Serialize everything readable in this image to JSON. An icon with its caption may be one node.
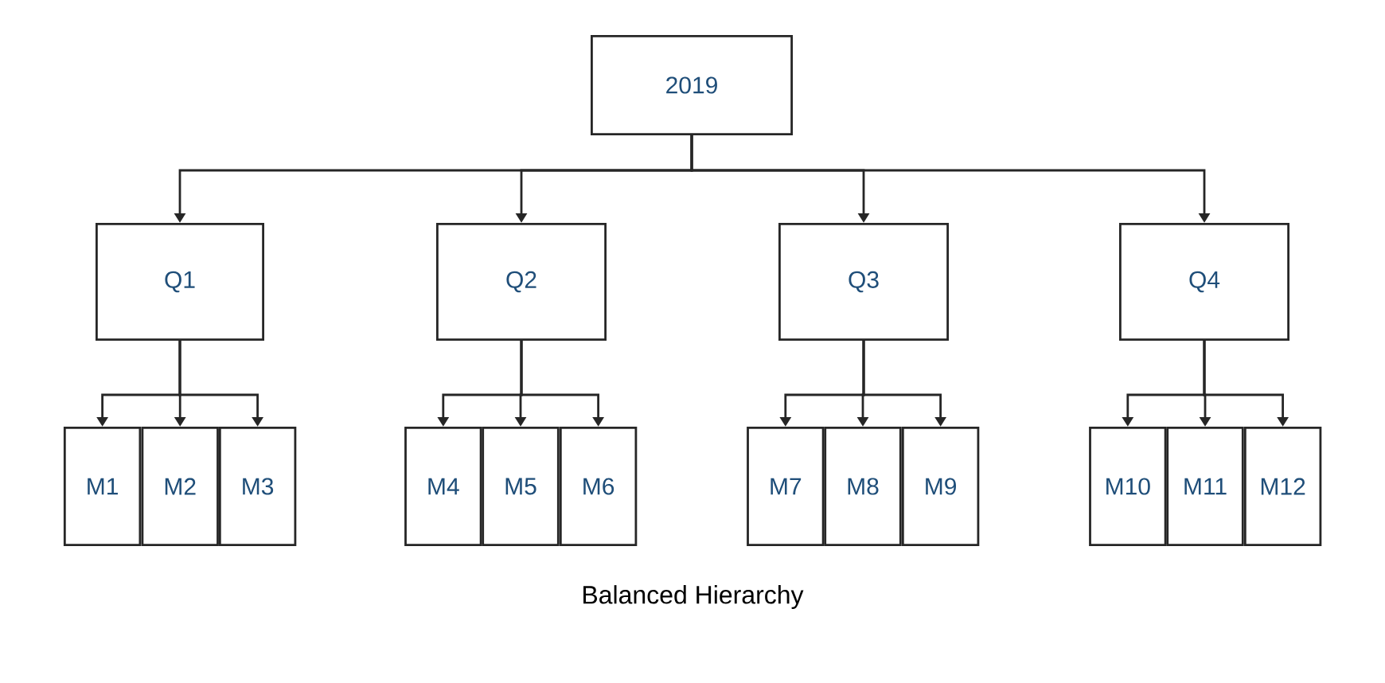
{
  "diagram": {
    "caption": "Balanced Hierarchy",
    "nodes": [
      {
        "text": [
          "2019"
        ]
      },
      {
        "text": [
          "Q1"
        ]
      },
      {
        "text": [
          "Q2"
        ]
      },
      {
        "text": [
          "Q3"
        ]
      },
      {
        "text": [
          "Q4"
        ]
      },
      {
        "text": [
          "M1"
        ]
      },
      {
        "text": [
          "M2"
        ]
      },
      {
        "text": [
          "M3"
        ]
      },
      {
        "text": [
          "M4"
        ]
      },
      {
        "text": [
          "M5"
        ]
      },
      {
        "text": [
          "M6"
        ]
      },
      {
        "text": [
          "M7"
        ]
      },
      {
        "text": [
          "M8"
        ]
      },
      {
        "text": [
          "M9"
        ]
      },
      {
        "text": [
          "M10"
        ]
      },
      {
        "text": [
          "M11"
        ]
      },
      {
        "text": [
          "M12"
        ]
      }
    ],
    "edges": [
      {
        "from": 0,
        "to": 1,
        "arrow": "to"
      },
      {
        "from": 0,
        "to": 2,
        "arrow": "to"
      },
      {
        "from": 0,
        "to": 3,
        "arrow": "to"
      },
      {
        "from": 0,
        "to": 4,
        "arrow": "to"
      },
      {
        "from": 1,
        "to": 5,
        "arrow": "to"
      },
      {
        "from": 1,
        "to": 6,
        "arrow": "to"
      },
      {
        "from": 1,
        "to": 7,
        "arrow": "to"
      },
      {
        "from": 2,
        "to": 8,
        "arrow": "to"
      },
      {
        "from": 2,
        "to": 9,
        "arrow": "to"
      },
      {
        "from": 2,
        "to": 10,
        "arrow": "to"
      },
      {
        "from": 3,
        "to": 11,
        "arrow": "to"
      },
      {
        "from": 3,
        "to": 12,
        "arrow": "to"
      },
      {
        "from": 3,
        "to": 13,
        "arrow": "to"
      },
      {
        "from": 4,
        "to": 14,
        "arrow": "to"
      },
      {
        "from": 4,
        "to": 15,
        "arrow": "to"
      },
      {
        "from": 4,
        "to": 16,
        "arrow": "to"
      }
    ]
  }
}
